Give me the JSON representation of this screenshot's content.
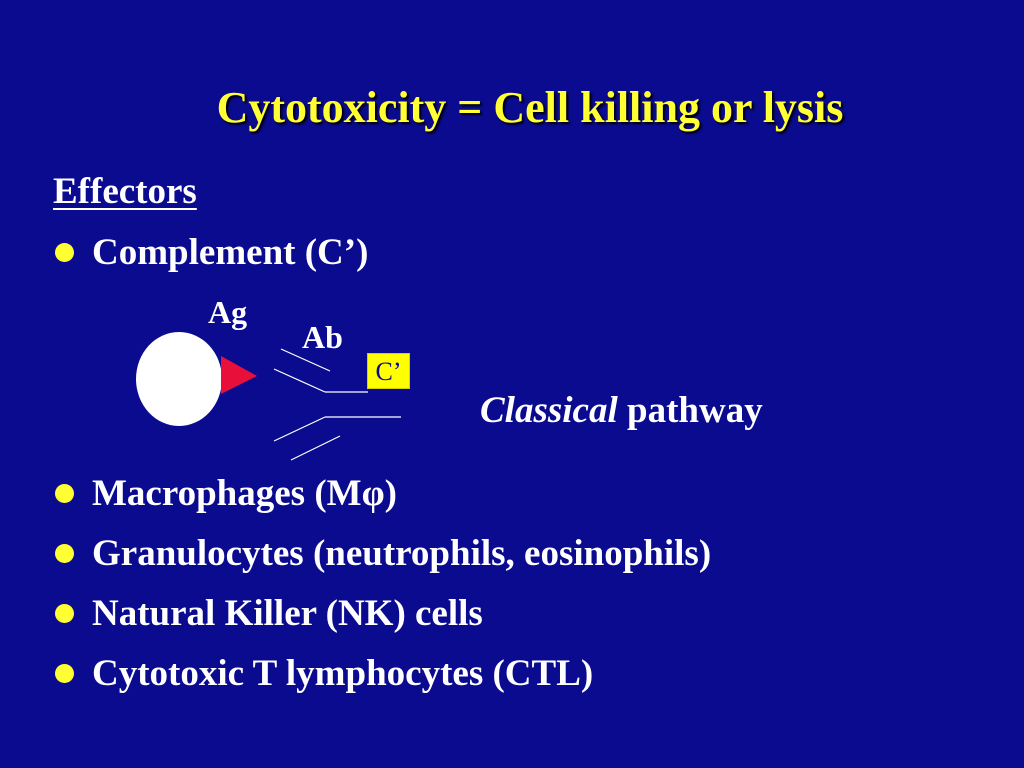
{
  "slide": {
    "title": "Cytotoxicity = Cell killing or lysis",
    "section_heading": "Effectors",
    "bullets": [
      "Complement (C’)",
      "Macrophages (Mφ)",
      "Granulocytes (neutrophils, eosinophils)",
      "Natural Killer (NK) cells",
      "Cytotoxic T lymphocytes (CTL)"
    ]
  },
  "diagram": {
    "antigen_label": "Ag",
    "antibody_label": "Ab",
    "complement_label": "C’",
    "pathway_italic": "Classical",
    "pathway_rest": " pathway"
  },
  "colors": {
    "background": "#0b0b8f",
    "title": "#ffff33",
    "bullet_dot": "#ffff33",
    "text": "#ffffff",
    "antigen": "#e8103a",
    "complement_box": "#ffff00"
  }
}
